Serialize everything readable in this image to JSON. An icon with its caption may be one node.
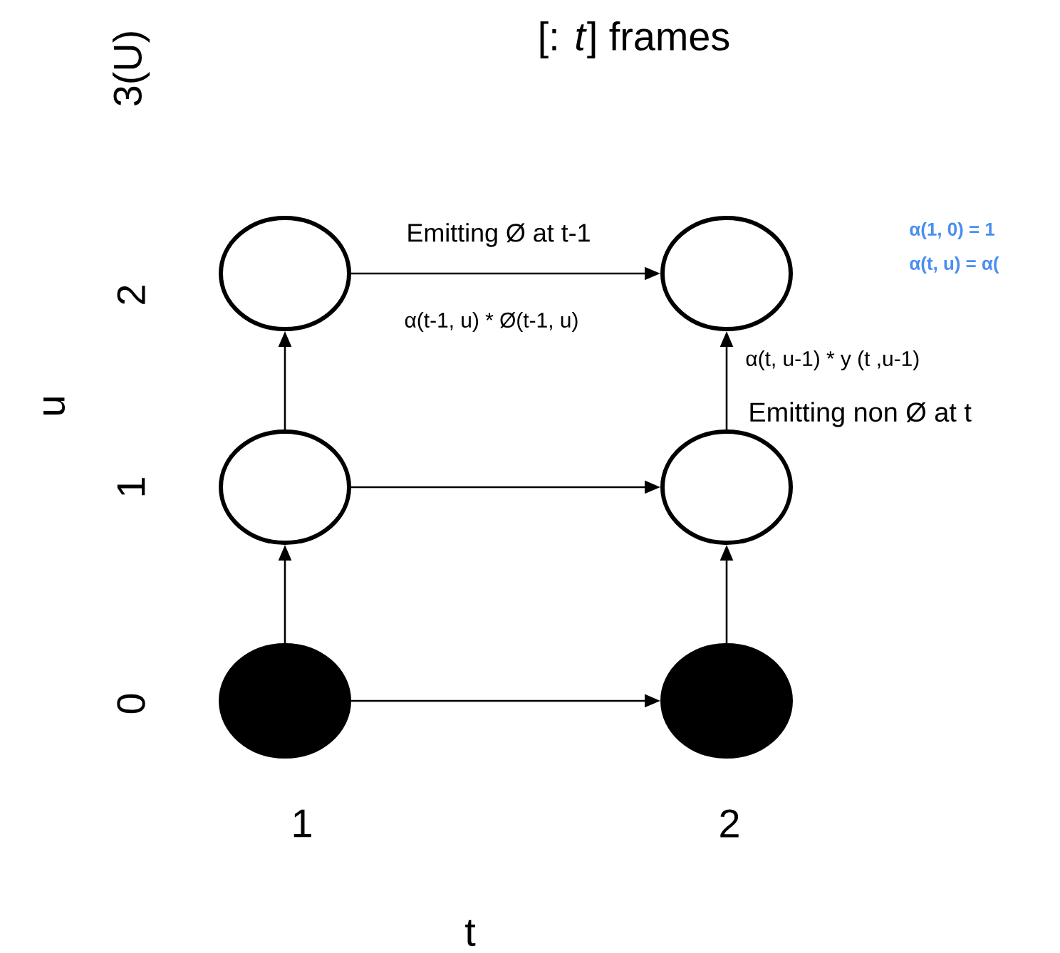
{
  "diagram": {
    "nodes": [
      {
        "text": [],
        "shape": "circle"
      },
      {
        "text": [],
        "shape": "circle"
      },
      {
        "text": [],
        "shape": "circle"
      },
      {
        "text": [],
        "shape": "circle"
      },
      {
        "text": [],
        "shape": "circle"
      },
      {
        "text": [],
        "shape": "circle"
      }
    ],
    "edges": [
      {
        "from": 0,
        "to": 1,
        "arrow": "to",
        "label": "Emitting Ø at t-1"
      },
      {
        "from": 2,
        "to": 0,
        "arrow": "to"
      },
      {
        "from": 3,
        "to": 1,
        "arrow": "to",
        "label": "α(t, u-1) * y (t ,u-1)"
      },
      {
        "from": 2,
        "to": 3,
        "arrow": "to"
      },
      {
        "from": 4,
        "to": 2,
        "arrow": "to"
      },
      {
        "from": 5,
        "to": 3,
        "arrow": "to"
      },
      {
        "from": 4,
        "to": 5,
        "arrow": "to"
      }
    ],
    "labels": [
      "3(U)",
      "[: *t*] frames",
      "α(1, 0)  =  1",
      "α(t, u)  = α(",
      "2",
      "α(t-1, u) * Ø(t-1, u)",
      "u",
      "Emitting non Ø at t",
      "1",
      "0",
      "1",
      "2",
      "t"
    ]
  }
}
